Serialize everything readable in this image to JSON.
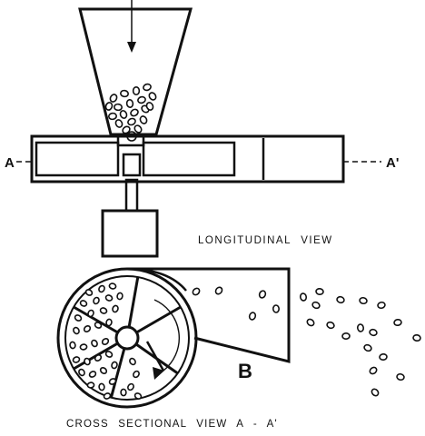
{
  "labels": {
    "section_left": "A",
    "section_right": "A'",
    "longitudinal": "LONGITUDINAL VIEW",
    "cross_section": "CROSS SECTIONAL VIEW A - A'",
    "outlet": "B"
  },
  "colors": {
    "ink": "#111111",
    "paper": "#ffffff"
  }
}
